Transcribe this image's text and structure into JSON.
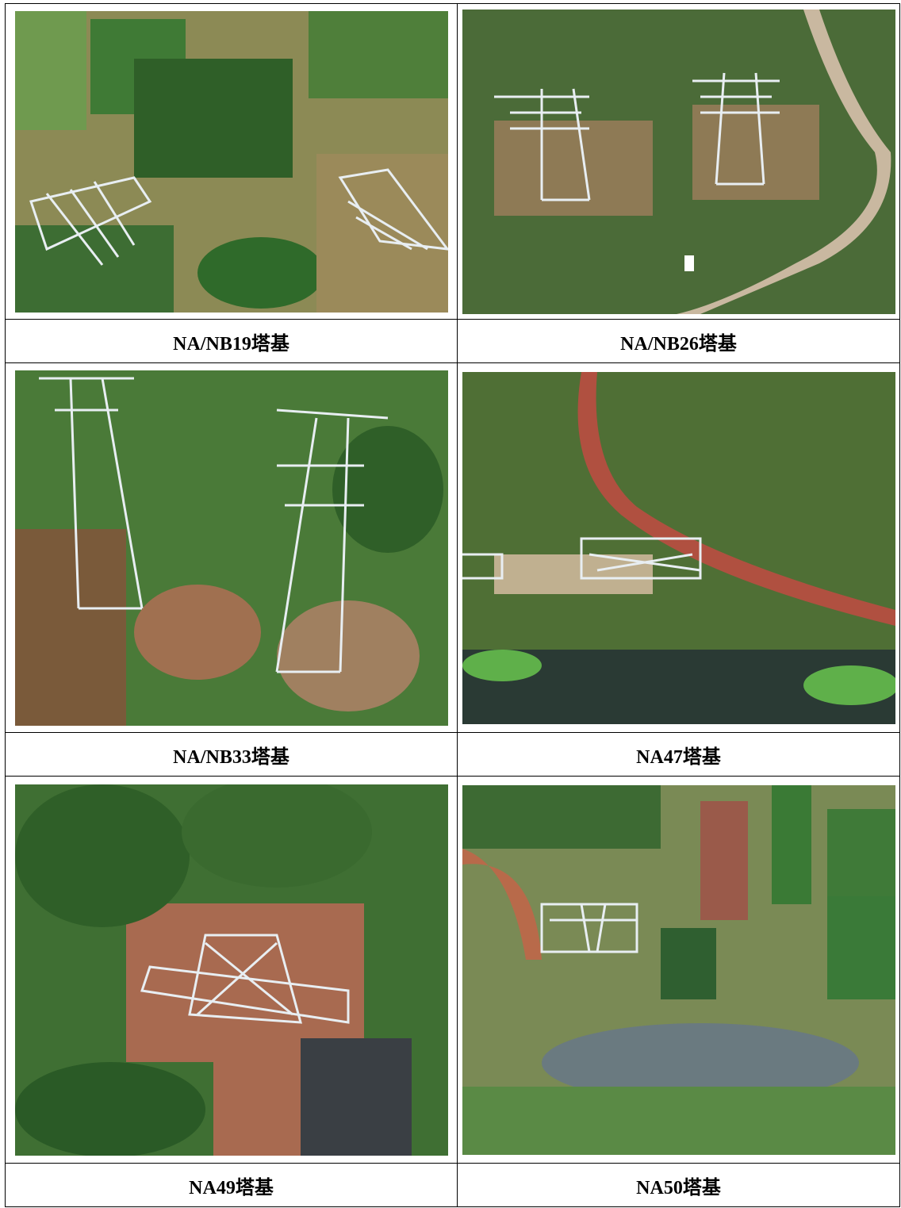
{
  "figure": {
    "rows": [
      {
        "cells": [
          {
            "caption": "NA/NB19塔基",
            "photo_icon": "aerial-transmission-tower-photo",
            "ground": "#7c8a4a"
          },
          {
            "caption": "NA/NB26塔基",
            "photo_icon": "aerial-transmission-tower-photo",
            "ground": "#4c6b3a"
          }
        ]
      },
      {
        "cells": [
          {
            "caption": "NA/NB33塔基",
            "photo_icon": "aerial-transmission-tower-photo",
            "ground": "#4d7a3a"
          },
          {
            "caption": "NA47塔基",
            "photo_icon": "aerial-transmission-tower-photo",
            "ground": "#55703a"
          }
        ]
      },
      {
        "cells": [
          {
            "caption": "NA49塔基",
            "photo_icon": "aerial-transmission-tower-photo",
            "ground": "#4a7a3a"
          },
          {
            "caption": "NA50塔基",
            "photo_icon": "aerial-transmission-tower-photo",
            "ground": "#6d7a4a"
          }
        ]
      }
    ]
  }
}
